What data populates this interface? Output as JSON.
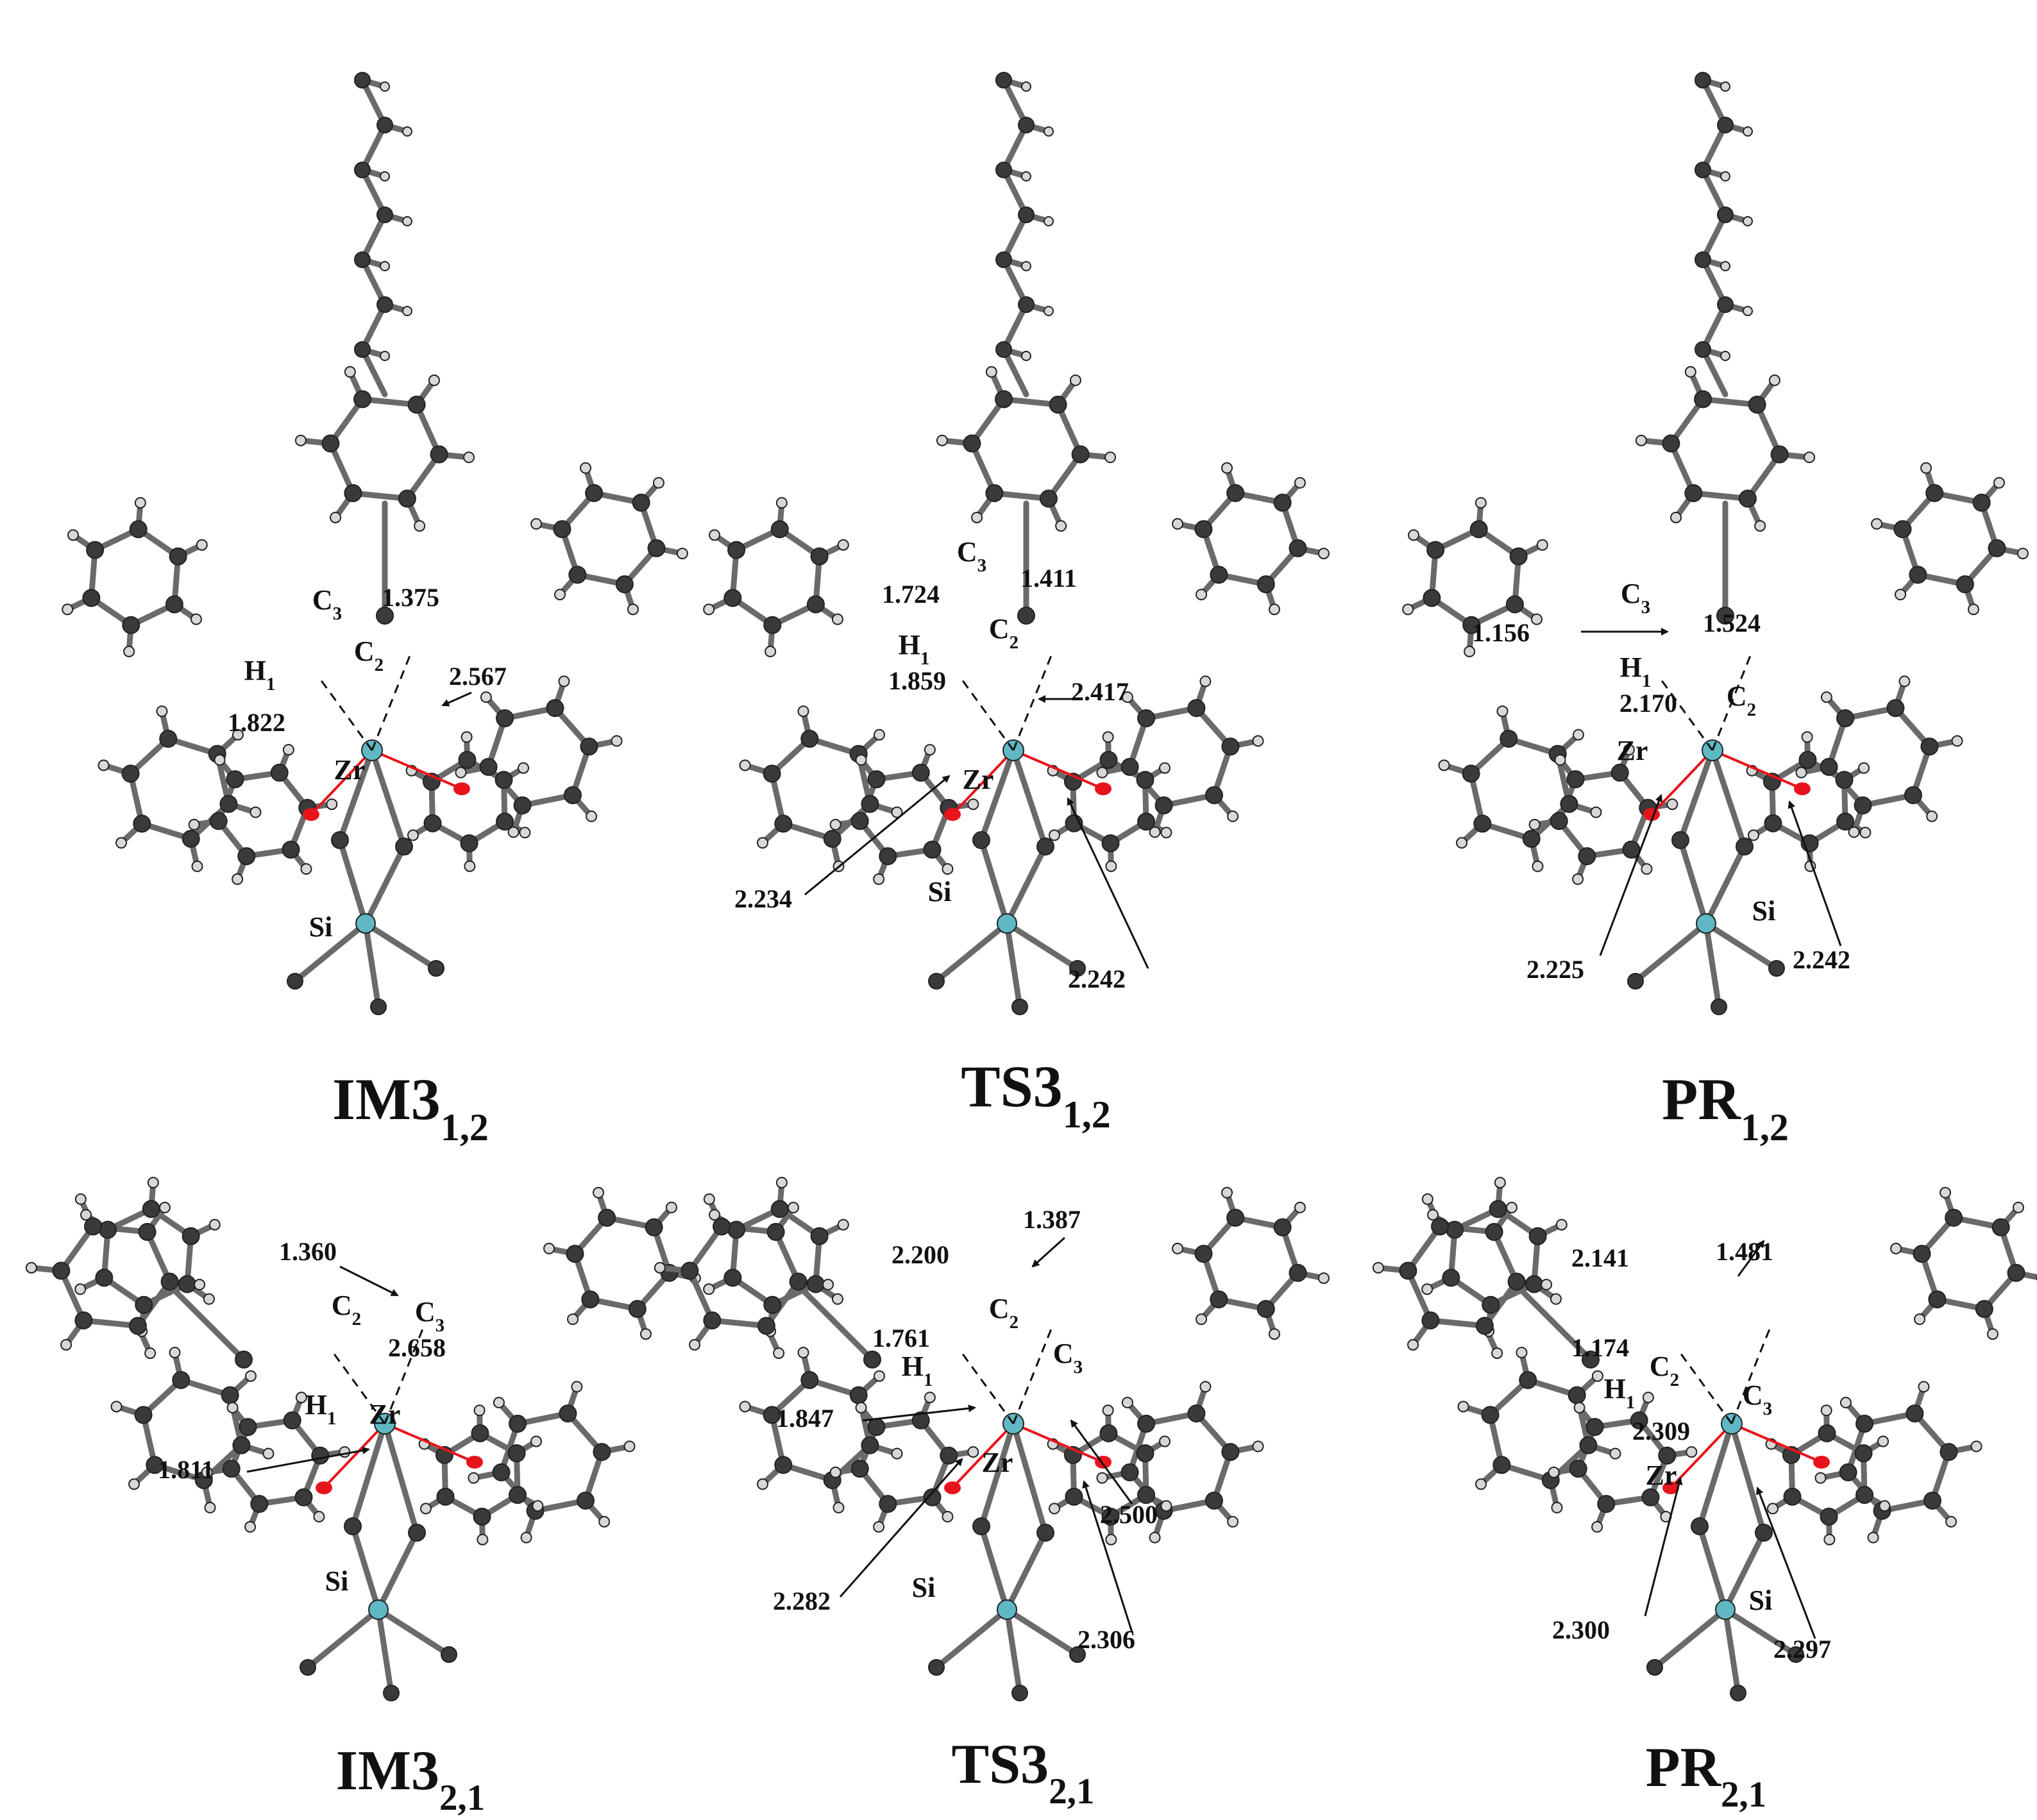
{
  "colors": {
    "carbon": "#3a3a3a",
    "hydrogen": "#d8d8d8",
    "bond": "#6a6a6a",
    "metal": "#5fb8c4",
    "oxygen_marker": "#e8141b",
    "metal_bond": "#e8141b",
    "dashed": "#111111",
    "text": "#111111"
  },
  "panels": [
    {
      "id": "im3-12",
      "title_main": "IM3",
      "title_sub": "1,2",
      "atom_labels": [
        {
          "text": "C",
          "sub": "3",
          "name": "c3"
        },
        {
          "text": "C",
          "sub": "2",
          "name": "c2"
        },
        {
          "text": "H",
          "sub": "1",
          "name": "h1"
        },
        {
          "text": "Zr",
          "sub": "",
          "name": "zr"
        },
        {
          "text": "Si",
          "sub": "",
          "name": "si"
        }
      ],
      "distances": [
        "1.375",
        "2.567",
        "1.822"
      ]
    },
    {
      "id": "ts3-12",
      "title_main": "TS3",
      "title_sub": "1,2",
      "atom_labels": [
        {
          "text": "C",
          "sub": "3",
          "name": "c3"
        },
        {
          "text": "C",
          "sub": "2",
          "name": "c2"
        },
        {
          "text": "H",
          "sub": "1",
          "name": "h1"
        },
        {
          "text": "Zr",
          "sub": "",
          "name": "zr"
        },
        {
          "text": "Si",
          "sub": "",
          "name": "si"
        }
      ],
      "distances": [
        "1.411",
        "1.724",
        "1.859",
        "2.417",
        "2.234",
        "2.242"
      ]
    },
    {
      "id": "pr-12",
      "title_main": "PR",
      "title_sub": "1,2",
      "atom_labels": [
        {
          "text": "C",
          "sub": "3",
          "name": "c3"
        },
        {
          "text": "H",
          "sub": "1",
          "name": "h1"
        },
        {
          "text": "C",
          "sub": "2",
          "name": "c2"
        },
        {
          "text": "Zr",
          "sub": "",
          "name": "zr"
        },
        {
          "text": "Si",
          "sub": "",
          "name": "si"
        }
      ],
      "distances": [
        "1.156",
        "1.524",
        "2.170",
        "2.225",
        "2.242"
      ]
    },
    {
      "id": "im3-21",
      "title_main": "IM3",
      "title_sub": "2,1",
      "atom_labels": [
        {
          "text": "C",
          "sub": "2",
          "name": "c2"
        },
        {
          "text": "C",
          "sub": "3",
          "name": "c3"
        },
        {
          "text": "H",
          "sub": "1",
          "name": "h1"
        },
        {
          "text": "Zr",
          "sub": "",
          "name": "zr"
        },
        {
          "text": "Si",
          "sub": "",
          "name": "si"
        }
      ],
      "distances": [
        "1.360",
        "2.658",
        "1.811"
      ]
    },
    {
      "id": "ts3-21",
      "title_main": "TS3",
      "title_sub": "2,1",
      "atom_labels": [
        {
          "text": "C",
          "sub": "2",
          "name": "c2"
        },
        {
          "text": "C",
          "sub": "3",
          "name": "c3"
        },
        {
          "text": "H",
          "sub": "1",
          "name": "h1"
        },
        {
          "text": "Zr",
          "sub": "",
          "name": "zr"
        },
        {
          "text": "Si",
          "sub": "",
          "name": "si"
        }
      ],
      "distances": [
        "2.200",
        "1.387",
        "1.761",
        "1.847",
        "2.500",
        "2.282",
        "2.306"
      ]
    },
    {
      "id": "pr-21",
      "title_main": "PR",
      "title_sub": "2,1",
      "atom_labels": [
        {
          "text": "H",
          "sub": "1",
          "name": "h1"
        },
        {
          "text": "C",
          "sub": "2",
          "name": "c2"
        },
        {
          "text": "C",
          "sub": "3",
          "name": "c3"
        },
        {
          "text": "Zr",
          "sub": "",
          "name": "zr"
        },
        {
          "text": "Si",
          "sub": "",
          "name": "si"
        }
      ],
      "distances": [
        "2.141",
        "1.481",
        "1.174",
        "2.309",
        "2.300",
        "2.297"
      ]
    }
  ]
}
